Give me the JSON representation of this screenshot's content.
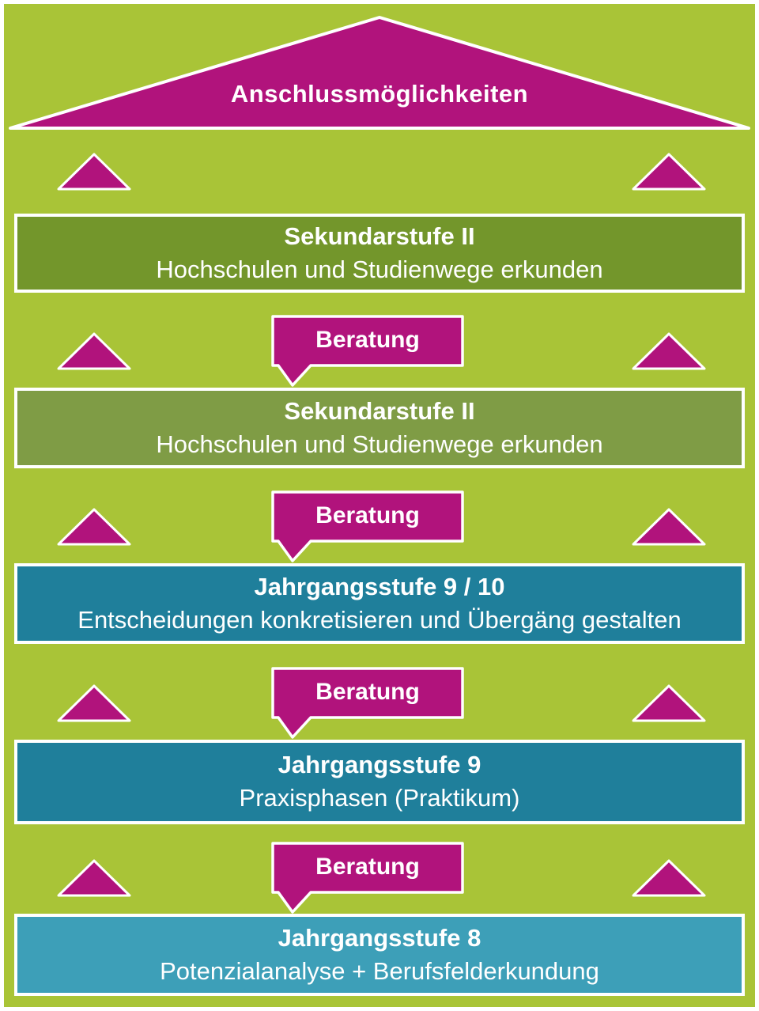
{
  "poster": {
    "roof": {
      "title": "Anschlussmöglichkeiten"
    },
    "beratung": {
      "label": "Beratung"
    },
    "levels": [
      {
        "title": "Sekundarstufe II",
        "subtitle": "Hochschulen und Studienwege erkunden",
        "color": "#73962b"
      },
      {
        "title": "Sekundarstufe II",
        "subtitle": "Hochschulen und Studienwege erkunden",
        "color": "#7f9c45"
      },
      {
        "title": "Jahrgangsstufe 9 / 10",
        "subtitle": "Entscheidungen konkretisieren und Übergäng gestalten",
        "color": "#1f7f9b"
      },
      {
        "title": "Jahrgangsstufe 9",
        "subtitle": "Praxisphasen (Praktikum)",
        "color": "#1f7f9b"
      },
      {
        "title": "Jahrgangsstufe 8",
        "subtitle": "Potenzialanalyse + Berufsfelderkundung",
        "color": "#3d9fb8"
      }
    ],
    "colors": {
      "background": "#a9c437",
      "magenta": "#b1137c",
      "border_white": "#ffffff",
      "text_white": "#ffffff"
    }
  }
}
